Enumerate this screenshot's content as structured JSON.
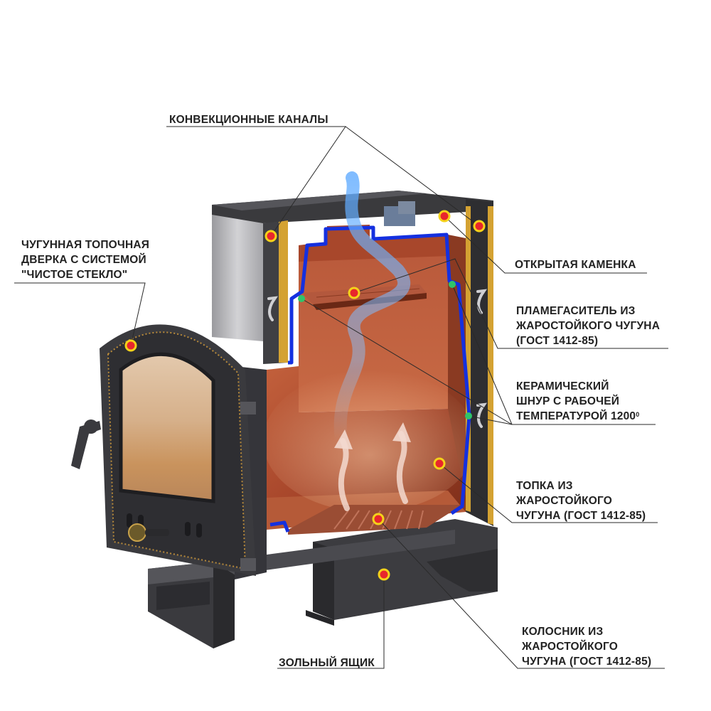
{
  "labels": {
    "convection": [
      "КОНВЕКЦИОННЫЕ КАНАЛЫ"
    ],
    "door": [
      "ЧУГУННАЯ ТОПОЧНАЯ",
      "ДВЕРКА С СИСТЕМОЙ",
      "\"ЧИСТОЕ СТЕКЛО\""
    ],
    "kamenka": [
      "ОТКРЫТАЯ КАМЕНКА"
    ],
    "flame": [
      "ПЛАМЕГАСИТЕЛЬ ИЗ",
      "ЖАРОСТОЙКОГО ЧУГУНА",
      "(ГОСТ 1412-85)"
    ],
    "cord": [
      "КЕРАМИЧЕСКИЙ",
      "ШНУР С РАБОЧЕЙ",
      "ТЕМПЕРАТУРОЙ 1200"
    ],
    "cord_sup": "0",
    "firebox": [
      "ТОПКА ИЗ",
      "ЖАРОСТОЙКОГО",
      "ЧУГУНА (ГОСТ 1412-85)"
    ],
    "grate": [
      "КОЛОСНИК ИЗ",
      "ЖАРОСТОЙКОГО",
      "ЧУГУНА (ГОСТ 1412-85)"
    ],
    "ash": [
      "ЗОЛЬНЫЙ ЯЩИК"
    ]
  },
  "colors": {
    "text": "#222222",
    "leader": "#2a2a2a",
    "marker_fill": "#e8262c",
    "marker_ring": "#f5d21a",
    "cord_marker": "#2fc46a",
    "cord_line": "#1430e0",
    "firebox": "#a8472b",
    "body_dark": "#3a3a3d",
    "body_light": "#b9b9bc",
    "gold": "#d4a232"
  }
}
